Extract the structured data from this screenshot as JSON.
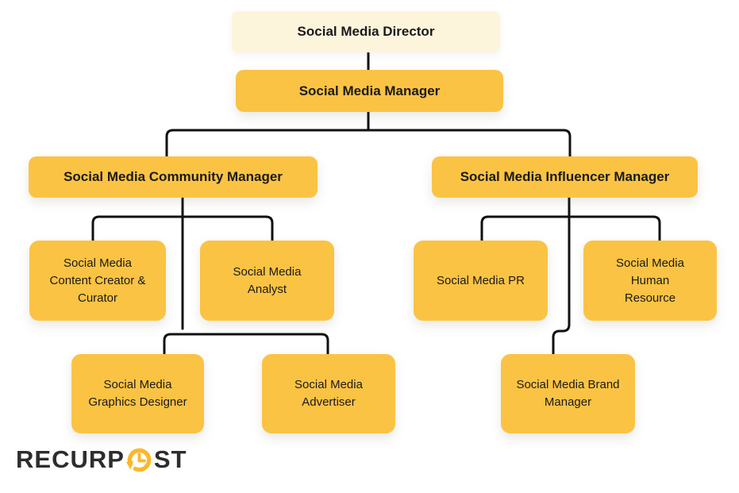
{
  "org_chart": {
    "nodes": {
      "director": {
        "label": "Social Media Director",
        "level": 1
      },
      "manager": {
        "label": "Social Media Manager",
        "level": 2
      },
      "community_manager": {
        "label": "Social Media Community Manager",
        "level": 3
      },
      "influencer_manager": {
        "label": "Social Media Influencer Manager",
        "level": 3
      },
      "content_creator": {
        "label": "Social Media Content Creator & Curator",
        "level": 4
      },
      "analyst": {
        "label": "Social Media Analyst",
        "level": 4
      },
      "pr": {
        "label": "Social Media PR",
        "level": 4
      },
      "human_resource": {
        "label": "Social Media Human Resource",
        "level": 4
      },
      "graphics_designer": {
        "label": "Social Media Graphics Designer",
        "level": 5
      },
      "advertiser": {
        "label": "Social Media Advertiser",
        "level": 5
      },
      "brand_manager": {
        "label": "Social Media Brand Manager",
        "level": 5
      }
    },
    "edges": [
      {
        "from": "director",
        "to": "manager"
      },
      {
        "from": "manager",
        "to": "community_manager"
      },
      {
        "from": "manager",
        "to": "influencer_manager"
      },
      {
        "from": "community_manager",
        "to": "content_creator"
      },
      {
        "from": "community_manager",
        "to": "analyst"
      },
      {
        "from": "community_manager",
        "to": "graphics_designer"
      },
      {
        "from": "community_manager",
        "to": "advertiser"
      },
      {
        "from": "influencer_manager",
        "to": "pr"
      },
      {
        "from": "influencer_manager",
        "to": "human_resource"
      },
      {
        "from": "influencer_manager",
        "to": "brand_manager"
      }
    ],
    "colors": {
      "node_fill": "#FBC344",
      "root_fill": "#FDF4DC",
      "text": "#1A1A1A",
      "line": "#111111"
    }
  },
  "logo": {
    "part1": "RECURP",
    "part2": "ST",
    "icon": "clock-history-icon",
    "colors": {
      "text": "#2D2D2D",
      "icon": "#FDB72B"
    }
  }
}
